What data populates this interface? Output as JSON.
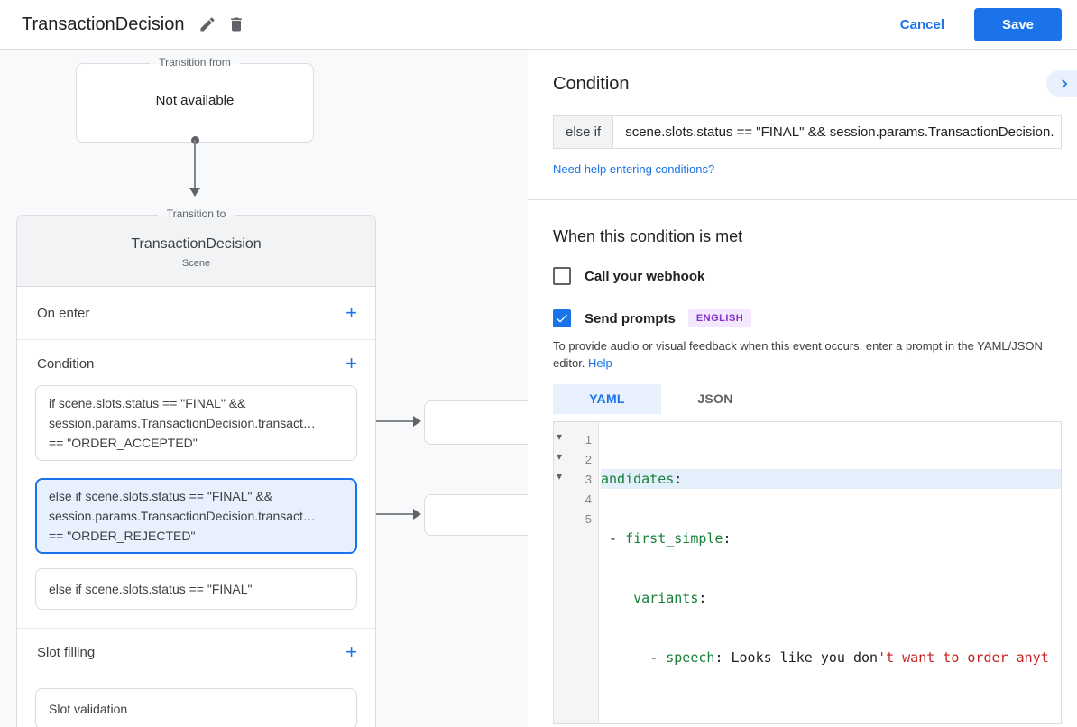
{
  "topbar": {
    "title": "TransactionDecision",
    "cancel": "Cancel",
    "save": "Save"
  },
  "canvas": {
    "transition_from": {
      "legend": "Transition from",
      "content": "Not available"
    },
    "scene": {
      "legend": "Transition to",
      "title": "TransactionDecision",
      "subtitle": "Scene",
      "on_enter": {
        "label": "On enter",
        "add": "+"
      },
      "condition": {
        "label": "Condition",
        "add": "+",
        "cards": [
          {
            "line1": "if scene.slots.status == \"FINAL\" &&",
            "line2": "session.params.TransactionDecision.transact…",
            "line3": "== \"ORDER_ACCEPTED\""
          },
          {
            "line1": "else if scene.slots.status == \"FINAL\" &&",
            "line2": "session.params.TransactionDecision.transact…",
            "line3": "== \"ORDER_REJECTED\""
          },
          {
            "line1": "else if scene.slots.status == \"FINAL\""
          }
        ]
      },
      "slot_filling": {
        "label": "Slot filling",
        "add": "+",
        "cards": [
          {
            "line1": "Slot validation"
          }
        ]
      }
    }
  },
  "condition_panel": {
    "title": "Condition",
    "operator": "else if",
    "expression": "scene.slots.status == \"FINAL\" && session.params.TransactionDecision.",
    "help_link": "Need help entering conditions?"
  },
  "when_met": {
    "title": "When this condition is met",
    "webhook_label": "Call your webhook",
    "prompts_label": "Send prompts",
    "language_badge": "ENGLISH",
    "description": "To provide audio or visual feedback when this event occurs, enter a prompt in the YAML/JSON editor.",
    "help_label": "Help"
  },
  "editor": {
    "tabs": {
      "yaml": "YAML",
      "json": "JSON"
    },
    "fold_glyph": "▾",
    "line_numbers": [
      "1",
      "2",
      "3",
      "4",
      "5"
    ],
    "code": {
      "l1": {
        "key": "andidates",
        "punct": ":"
      },
      "l2": {
        "pre": " - ",
        "key": "first_simple",
        "punct": ":"
      },
      "l3": {
        "pre": "    ",
        "key": "variants",
        "punct": ":"
      },
      "l4": {
        "pre": "      - ",
        "key": "speech",
        "punct": ": ",
        "text": "Looks like you don",
        "string": "'t want to order anyt"
      }
    }
  },
  "colors": {
    "accent_blue": "#1a73e8",
    "selected_condition_bg": "#e8f0fe",
    "key_green": "#188038",
    "string_red": "#c5221f",
    "badge_purple": "#8430ce",
    "badge_bg": "#f3e8fd",
    "canvas_bg": "#f8f9fa"
  }
}
